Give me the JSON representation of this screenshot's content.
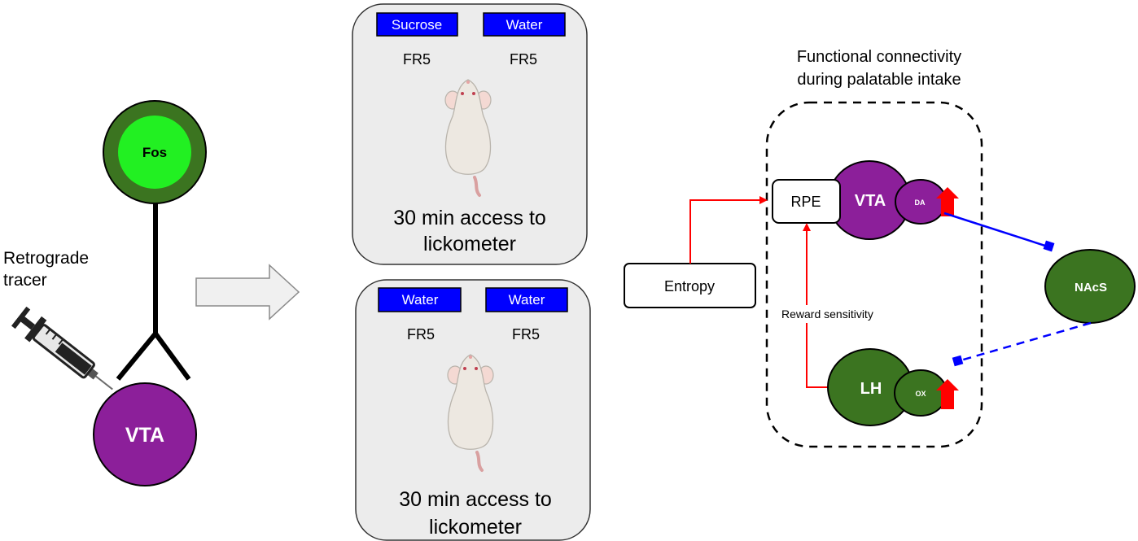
{
  "left_panel": {
    "tracer_label_line1": "Retrograde",
    "tracer_label_line2": "tracer",
    "fos_label": "Fos",
    "vta_label": "VTA",
    "colors": {
      "fos_outer": "#3b7420",
      "fos_inner": "#22f022",
      "vta": "#8c1f9a"
    },
    "icons": [
      "syringe-icon",
      "arrow-right-icon"
    ]
  },
  "sessions": [
    {
      "bottle_left": "Sucrose",
      "bottle_right": "Water",
      "schedule_left": "FR5",
      "schedule_right": "FR5",
      "caption_line1": "30 min access to",
      "caption_line2": "lickometer"
    },
    {
      "bottle_left": "Water",
      "bottle_right": "Water",
      "schedule_left": "FR5",
      "schedule_right": "FR5",
      "caption_line1": "30 min access to",
      "caption_line2": "lickometer"
    }
  ],
  "connectivity": {
    "title_line1": "Functional connectivity",
    "title_line2": "during palatable intake",
    "entropy_label": "Entropy",
    "rpe_label": "RPE",
    "vta_label": "VTA",
    "da_label": "DA",
    "lh_label": "LH",
    "ox_label": "OX",
    "nacs_label": "NAcS",
    "reward_label": "Reward sensitivity",
    "colors": {
      "vta": "#8c1f9a",
      "lh": "#3b7420",
      "nacs": "#3b7420",
      "excitatory": "#ff0000",
      "inhibitory": "#0000ff"
    }
  }
}
